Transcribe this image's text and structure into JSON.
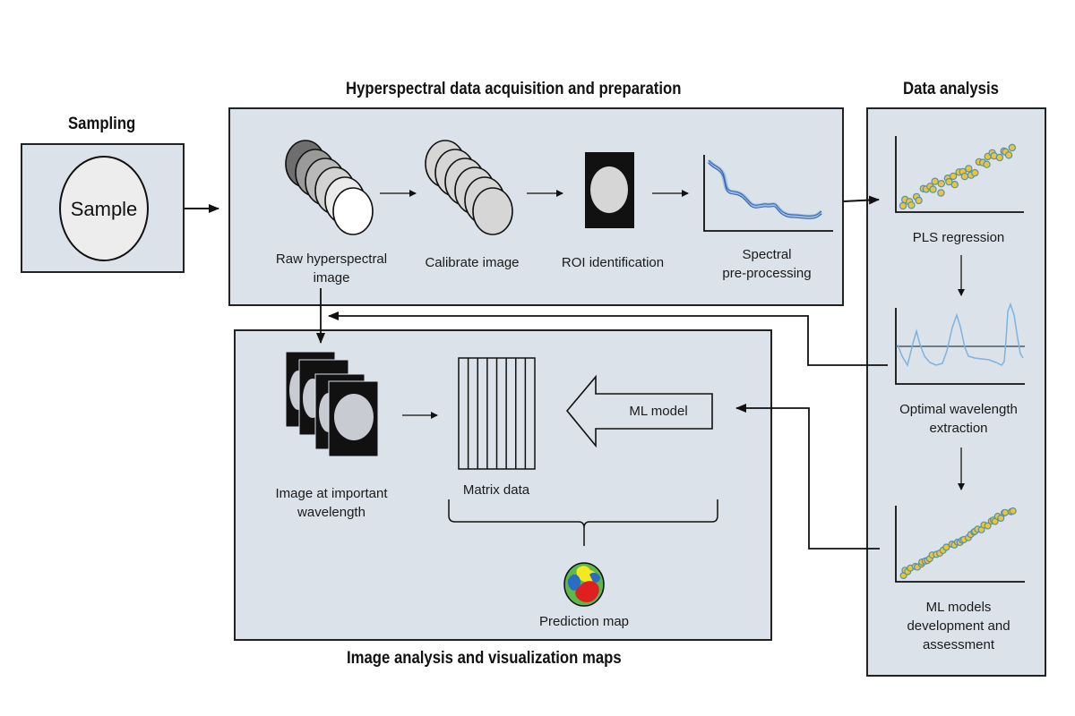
{
  "sections": {
    "sampling": {
      "title": "Sampling"
    },
    "acquisition": {
      "title": "Hyperspectral data acquisition and preparation"
    },
    "analysis": {
      "title": "Data analysis"
    },
    "visualization": {
      "title": "Image analysis and visualization maps"
    }
  },
  "sampling": {
    "sample_label": "Sample"
  },
  "acquisition": {
    "steps": [
      {
        "label": "Raw hyperspectral\nimage",
        "icon": "image-stack-icon"
      },
      {
        "label": "Calibrate image",
        "icon": "calibrated-stack-icon"
      },
      {
        "label": "ROI identification",
        "icon": "roi-mask-icon"
      },
      {
        "label": "Spectral\npre-processing",
        "icon": "spectra-plot-icon"
      }
    ]
  },
  "analysis": {
    "steps": [
      {
        "label": "PLS regression",
        "icon": "scatter-plot-icon"
      },
      {
        "label": "Optimal wavelength\nextraction",
        "icon": "wavelength-plot-icon"
      },
      {
        "label": "ML models\ndevelopment and\nassessment",
        "icon": "regression-plot-icon"
      }
    ]
  },
  "visualization": {
    "image_label": "Image at important\nwavelength",
    "matrix_label": "Matrix data",
    "ml_model_label": "ML model",
    "prediction_label": "Prediction map"
  },
  "colors": {
    "panel_fill": "#dbe2ea",
    "panel_border": "#222222",
    "spectra_blue": "#5b8fd0",
    "wavelength_line": "#7fb2de",
    "point_fill": "#e8c832",
    "point_edge": "#5a8fb0",
    "map_green": "#5cb848",
    "map_yellow": "#f5e820",
    "map_blue": "#2b6cc4",
    "map_red": "#e02020"
  }
}
